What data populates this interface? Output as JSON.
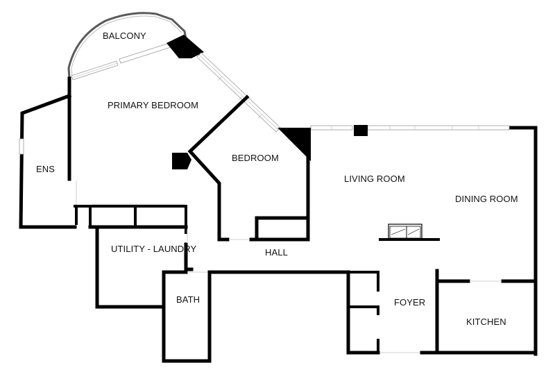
{
  "plan": {
    "background": "#ffffff",
    "wall_color": "#000000",
    "rooms": [
      {
        "key": "balcony",
        "label": "BALCONY"
      },
      {
        "key": "primary_bedroom",
        "label": "PRIMARY BEDROOM"
      },
      {
        "key": "ens",
        "label": "ENS"
      },
      {
        "key": "bedroom",
        "label": "BEDROOM"
      },
      {
        "key": "living_room",
        "label": "LIVING ROOM"
      },
      {
        "key": "dining_room",
        "label": "DINING ROOM"
      },
      {
        "key": "utility_laundry",
        "label": "UTILITY - LAUNDRY"
      },
      {
        "key": "hall",
        "label": "HALL"
      },
      {
        "key": "bath",
        "label": "BATH"
      },
      {
        "key": "foyer",
        "label": "FOYER"
      },
      {
        "key": "kitchen",
        "label": "KITCHEN"
      }
    ]
  }
}
